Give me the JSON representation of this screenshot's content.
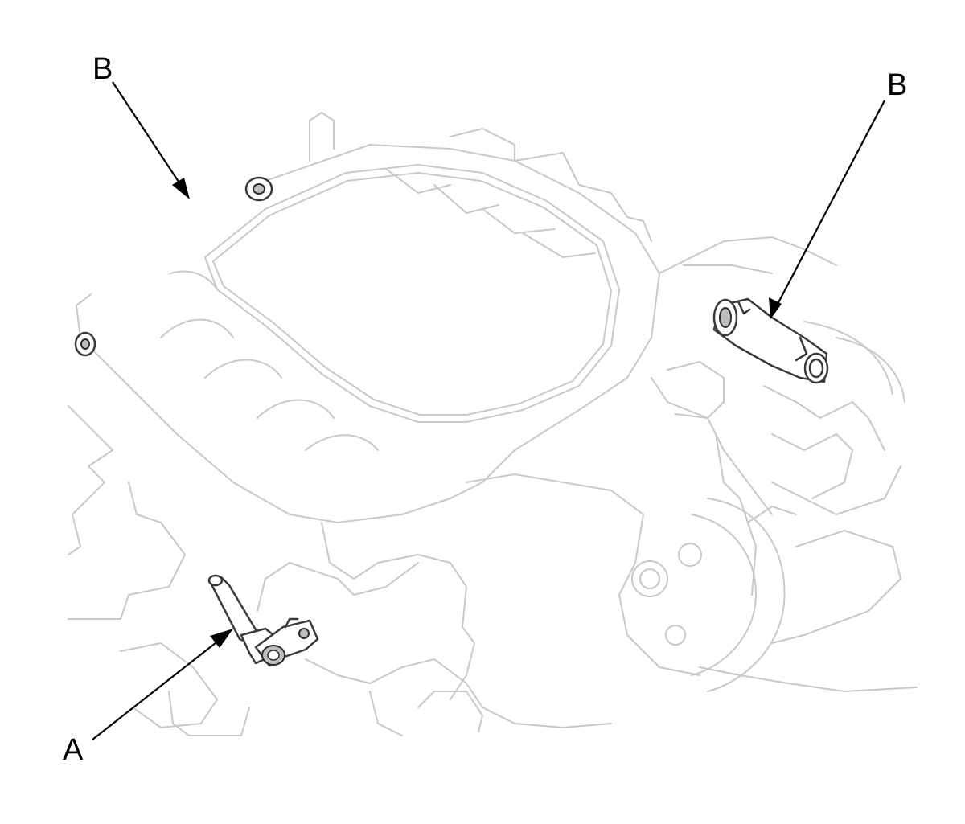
{
  "colors": {
    "background": "#ffffff",
    "engine_outline": "#c8c8c8",
    "part_outline": "#3a3a3a",
    "leader": "#000000",
    "label": "#000000"
  },
  "callouts": [
    {
      "id": "sensor",
      "label": "A"
    },
    {
      "id": "hose-left",
      "label": "B"
    },
    {
      "id": "hose-right",
      "label": "B"
    }
  ]
}
